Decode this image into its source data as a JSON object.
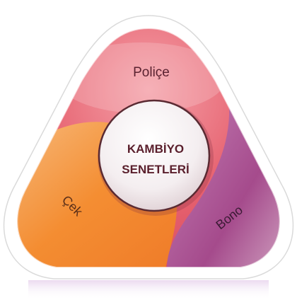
{
  "diagram": {
    "center": {
      "line1": "KAMBİYO",
      "line2": "SENETLERİ"
    },
    "segments": [
      {
        "label": "Poliçe",
        "color": "#e85a6a"
      },
      {
        "label": "Çek",
        "color": "#f59a3a"
      },
      {
        "label": "Bono",
        "color": "#a8508f"
      }
    ]
  }
}
